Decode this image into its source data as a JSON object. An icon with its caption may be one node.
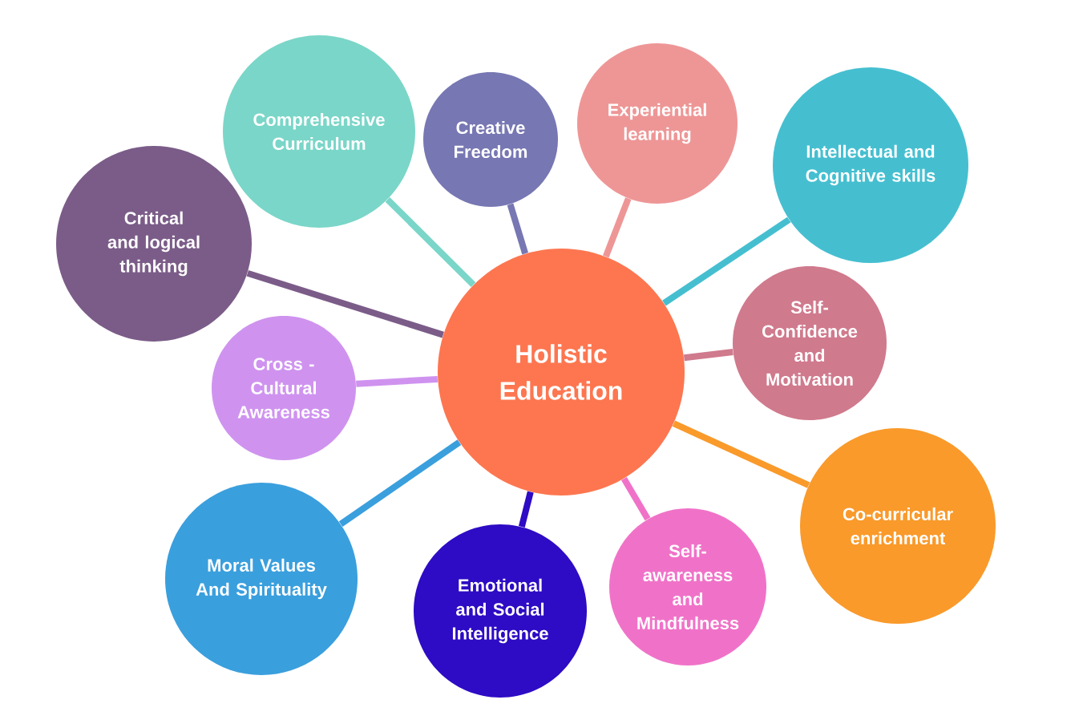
{
  "diagram": {
    "nodes": [
      {
        "text": [
          "Holistic Education"
        ]
      },
      {
        "text": [
          "Critical and logical thinking"
        ]
      },
      {
        "text": [
          "Comprehensive Curriculum"
        ]
      },
      {
        "text": [
          "Creative Freedom"
        ]
      },
      {
        "text": [
          "Experiential learning"
        ]
      },
      {
        "text": [
          "Intellectual and Cognitive skills"
        ]
      },
      {
        "text": [
          "Self-Confidence and Motivation"
        ]
      },
      {
        "text": [
          "Co-curricular enrichment"
        ]
      },
      {
        "text": [
          "Self-awareness and Mindfulness"
        ]
      },
      {
        "text": [
          "Emotional and Social Intelligence"
        ]
      },
      {
        "text": [
          "Moral Values And Spirituality"
        ]
      },
      {
        "text": [
          "Cross - Cultural Awareness"
        ]
      }
    ],
    "edges": [
      {
        "from": 0,
        "to": 1,
        "arrow": "none",
        "color": "#7b5c88"
      },
      {
        "from": 0,
        "to": 2,
        "arrow": "none",
        "color": "#7ad6c8"
      },
      {
        "from": 0,
        "to": 3,
        "arrow": "none",
        "color": "#7777b3"
      },
      {
        "from": 0,
        "to": 4,
        "arrow": "none",
        "color": "#ee9696"
      },
      {
        "from": 0,
        "to": 5,
        "arrow": "none",
        "color": "#45bfd0"
      },
      {
        "from": 0,
        "to": 6,
        "arrow": "none",
        "color": "#d07a8d"
      },
      {
        "from": 0,
        "to": 7,
        "arrow": "none",
        "color": "#f99a2b"
      },
      {
        "from": 0,
        "to": 8,
        "arrow": "none",
        "color": "#f072c8"
      },
      {
        "from": 0,
        "to": 9,
        "arrow": "none",
        "color": "#2e0bc4"
      },
      {
        "from": 0,
        "to": 10,
        "arrow": "none",
        "color": "#3a9fdd"
      },
      {
        "from": 0,
        "to": 11,
        "arrow": "none",
        "color": "#cf93ef"
      }
    ]
  }
}
